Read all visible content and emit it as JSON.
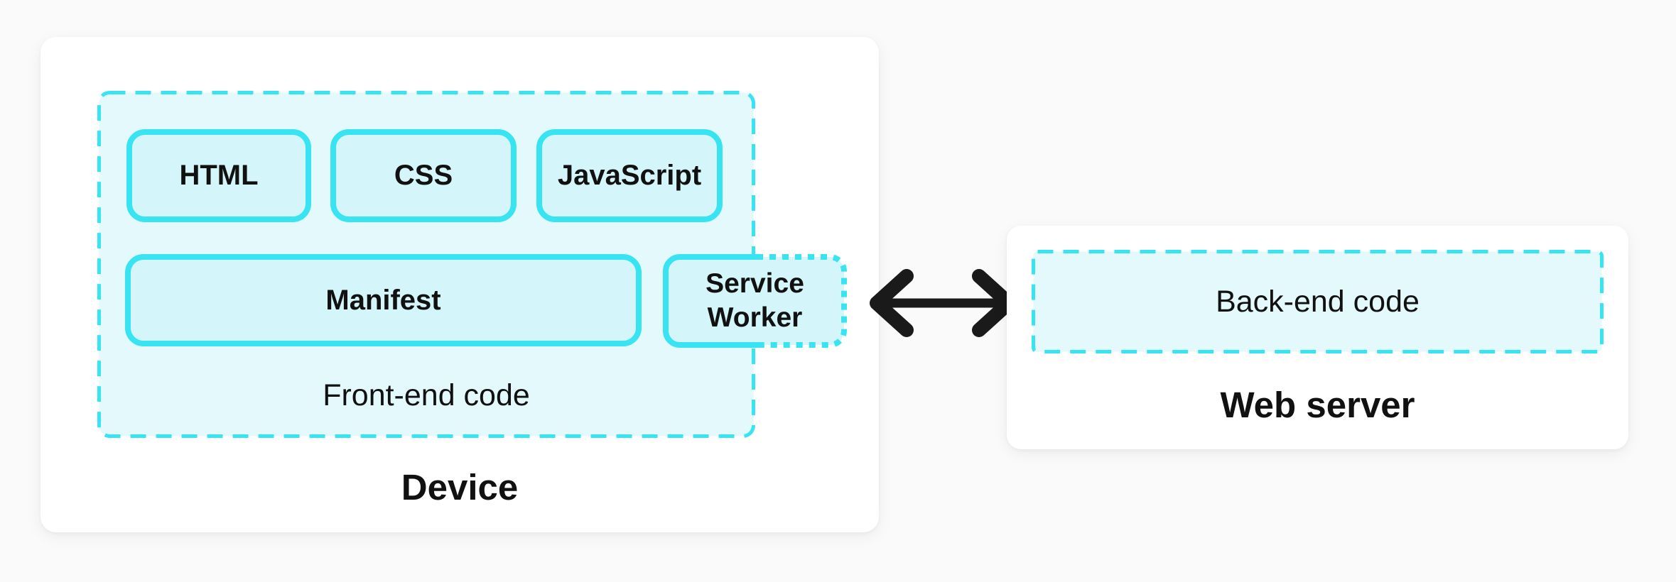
{
  "colors": {
    "accent": "#38E4F2",
    "panel_fill": "#E3F9FC",
    "box_fill": "#D4F5FA",
    "text": "#111111",
    "card": "#FFFFFF",
    "page": "#FAFAFA",
    "arrow": "#1A1A1A"
  },
  "device": {
    "title": "Device",
    "frontend": {
      "title": "Front-end code",
      "boxes": [
        {
          "label": "HTML"
        },
        {
          "label": "CSS"
        },
        {
          "label": "JavaScript"
        }
      ],
      "manifest": {
        "label": "Manifest"
      },
      "service_worker": {
        "label": "Service Worker"
      }
    }
  },
  "connection": {
    "icon": "bidirectional-arrow"
  },
  "server": {
    "title": "Web server",
    "backend": {
      "label": "Back-end code"
    }
  }
}
